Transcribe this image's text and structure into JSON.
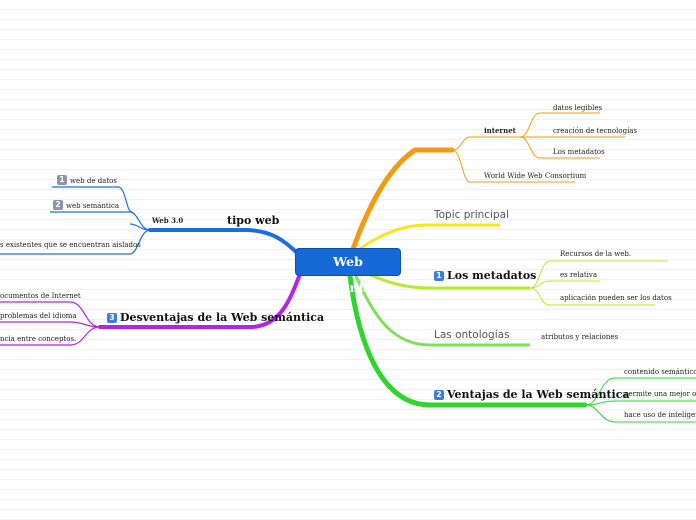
{
  "center": "Web Semántica",
  "badges": {
    "one": "1",
    "two": "2",
    "three": "3"
  },
  "orange": {
    "internet": "internet",
    "datos_legibles": "datos legibles",
    "creacion": "creación de tecnologías",
    "los_metadatos": "Los metadatos",
    "w3c": "World Wide Web Consortium"
  },
  "yellow": {
    "topic": "Topic principal"
  },
  "metadatos": {
    "title": "Los metadatos",
    "recursos": "Recursos de la web.",
    "relativa": "es relativa",
    "aplicacion": "aplicación pueden ser los datos"
  },
  "ontologias": {
    "title": "Las ontologías",
    "atributos": "atributos y relaciones"
  },
  "ventajas": {
    "title": "Ventajas de la Web semántica",
    "contenido": "contenido semántico a las",
    "permite": "permite una mejor organiz",
    "hace": "hace uso de inteligencia a"
  },
  "tipo": {
    "title": "tipo web",
    "web30": "Web 3.0",
    "web_datos": "web de datos",
    "web_semantica": "web semántica",
    "existentes": "s existentes que se encuentran aislados"
  },
  "desventajas": {
    "title": "Desventajas de la Web semántica",
    "documentos": "ocumentos de Internet",
    "problemas": "problemas del idioma",
    "ncia": "ncia entre conceptos."
  }
}
